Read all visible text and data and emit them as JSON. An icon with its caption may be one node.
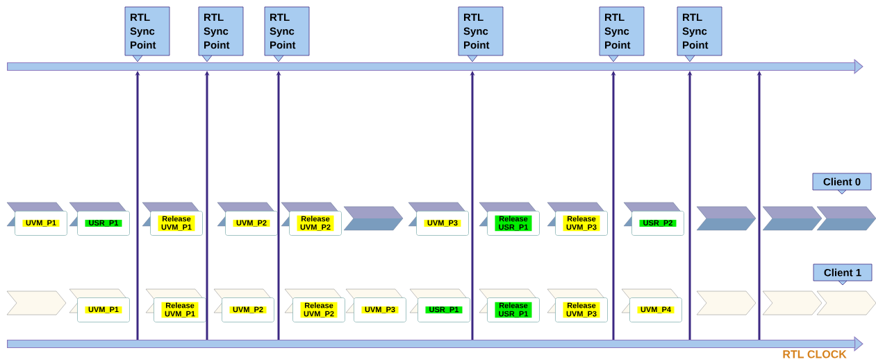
{
  "diagram": {
    "nodes": [
      {
        "text": [],
        "shape": "bar"
      },
      {
        "text": [
          "RTL Sync Point"
        ]
      },
      {
        "text": [
          "RTL Sync Point"
        ]
      },
      {
        "text": [
          "RTL Sync Point"
        ]
      },
      {
        "text": [
          "RTL Sync Point"
        ]
      },
      {
        "text": [
          "RTL Sync Point"
        ]
      },
      {
        "text": [
          "RTL Sync Point"
        ]
      },
      {
        "text": [
          "Client 0"
        ]
      },
      {
        "text": [
          "UVM_P1"
        ]
      },
      {
        "text": [
          "USR_P1"
        ]
      },
      {
        "text": [
          "Release UVM_P1"
        ]
      },
      {
        "text": [
          "UVM_P2"
        ]
      },
      {
        "text": [
          "Release UVM_P2"
        ]
      },
      {
        "text": [],
        "shape": "chevron"
      },
      {
        "text": [
          "UVM_P3"
        ]
      },
      {
        "text": [
          "Release USR_P1"
        ]
      },
      {
        "text": [
          "Release UVM_P3"
        ]
      },
      {
        "text": [
          "USR_P2"
        ]
      },
      {
        "text": [],
        "shape": "chevron"
      },
      {
        "text": [],
        "shape": "chevron"
      },
      {
        "text": [],
        "shape": "chevron"
      },
      {
        "text": [
          "Client 1"
        ]
      },
      {
        "text": [],
        "shape": "chevron"
      },
      {
        "text": [
          "UVM_P1"
        ]
      },
      {
        "text": [
          "Release UVM_P1"
        ]
      },
      {
        "text": [
          "UVM_P2"
        ]
      },
      {
        "text": [
          "Release UVM_P2"
        ]
      },
      {
        "text": [
          "UVM_P3"
        ]
      },
      {
        "text": [
          "USR_P1"
        ]
      },
      {
        "text": [
          "Release USR_P1"
        ]
      },
      {
        "text": [
          "Release UVM_P3"
        ]
      },
      {
        "text": [
          "UVM_P4"
        ]
      },
      {
        "text": [],
        "shape": "chevron"
      },
      {
        "text": [],
        "shape": "chevron"
      },
      {
        "text": [],
        "shape": "chevron"
      },
      {
        "text": [],
        "shape": "bar",
        "beside": [
          "RTL CLOCK"
        ]
      }
    ],
    "edges": [
      {
        "from": 35,
        "to": 0,
        "arrow": "to"
      },
      {
        "from": 35,
        "to": 0,
        "arrow": "to"
      },
      {
        "from": 35,
        "to": 0,
        "arrow": "to"
      },
      {
        "from": 35,
        "to": 0,
        "arrow": "to"
      },
      {
        "from": 35,
        "to": 0,
        "arrow": "to"
      },
      {
        "from": 35,
        "to": 0,
        "arrow": "to"
      },
      {
        "from": 35,
        "to": 0,
        "arrow": "to"
      }
    ]
  }
}
